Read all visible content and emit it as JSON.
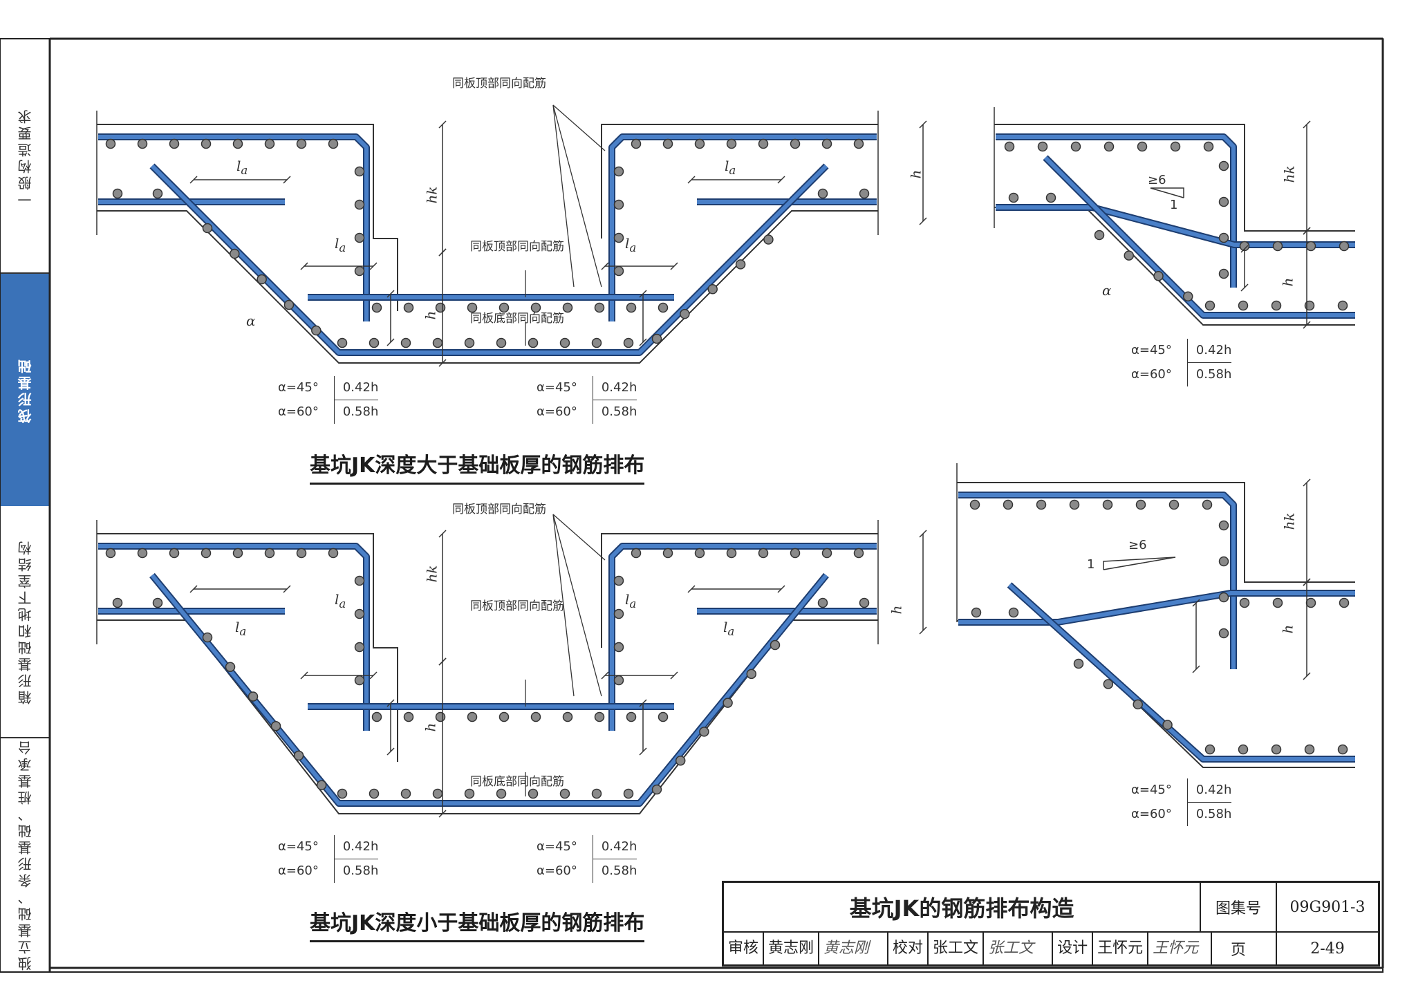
{
  "side_tabs": [
    {
      "label": "一般构造要求",
      "active": false
    },
    {
      "label": "筏形基础",
      "active": true
    },
    {
      "label": "箱形基础和地下室结构",
      "active": false
    },
    {
      "label": "独立基础、条形基础、桩基承台",
      "active": false
    }
  ],
  "colors": {
    "rebar": "#4a80c8",
    "rebar_outline": "#1d3d70",
    "active_tab": "#3a72b8",
    "dot": "#8a8a8a",
    "line": "#333333"
  },
  "captions": {
    "upper": "基坑JK深度大于基础板厚的钢筋排布",
    "lower": "基坑JK深度小于基础板厚的钢筋排布"
  },
  "notes": {
    "top_same": "同板顶部同向配筋",
    "bottom_same": "同板底部同向配筋"
  },
  "dims": {
    "la": "l",
    "la_sub": "a",
    "h": "h",
    "hk": "hk",
    "alpha": "α"
  },
  "slope": {
    "ge6": "≥6",
    "one": "1"
  },
  "alpha_table": {
    "r1_label": "α=45°",
    "r1_value": "0.42h",
    "r2_label": "α=60°",
    "r2_value": "0.58h"
  },
  "title_block": {
    "title": "基坑JK的钢筋排布构造",
    "atlas_label": "图集号",
    "atlas_no": "09G901-3",
    "review_label": "审核",
    "reviewer": "黄志刚",
    "reviewer_sig": "黄志刚",
    "check_label": "校对",
    "checker": "张工文",
    "checker_sig": "张工文",
    "design_label": "设计",
    "designer": "王怀元",
    "designer_sig": "王怀元",
    "page_label": "页",
    "page_no": "2-49"
  }
}
